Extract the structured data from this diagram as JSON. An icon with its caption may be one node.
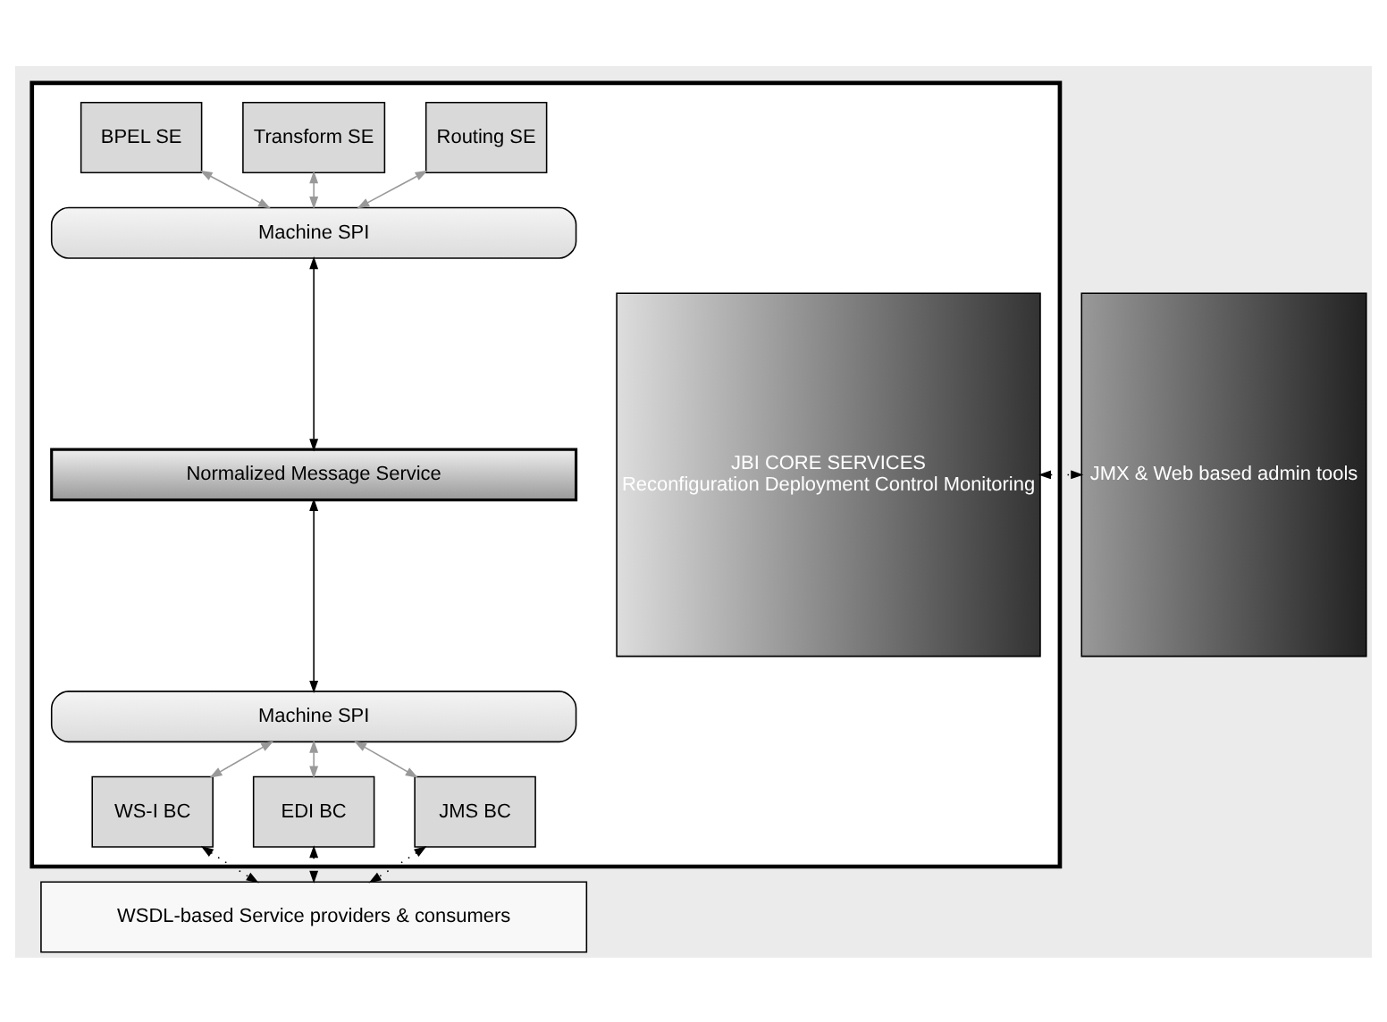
{
  "diagram": {
    "nodes": [
      {
        "text": [],
        "shape": "box"
      },
      {
        "text": [
          "BPEL SE"
        ],
        "in": 0
      },
      {
        "text": [
          "Transform SE"
        ],
        "in": 0
      },
      {
        "text": [
          "Routing SE"
        ],
        "in": 0
      },
      {
        "text": [
          "Machine SPI"
        ],
        "in": 0
      },
      {
        "text": [
          "Normalized Message Service"
        ],
        "in": 0
      },
      {
        "text": [
          "Machine SPI"
        ],
        "in": 0
      },
      {
        "text": [
          "WS-I BC"
        ],
        "in": 0
      },
      {
        "text": [
          "EDI BC"
        ],
        "in": 0
      },
      {
        "text": [
          "JMS BC"
        ],
        "in": 0
      },
      {
        "text": [
          "JBI CORE SERVICES",
          "Reconfiguration Deployment Control Monitoring"
        ],
        "in": 0
      },
      {
        "text": [
          "JMX & Web based admin tools"
        ]
      },
      {
        "text": [
          "WSDL-based Service providers & consumers"
        ]
      }
    ],
    "edges": [
      {
        "from": 1,
        "to": 4,
        "arrow": "both",
        "color": "#999999"
      },
      {
        "from": 2,
        "to": 4,
        "arrow": "both",
        "color": "#999999"
      },
      {
        "from": 3,
        "to": 4,
        "arrow": "both",
        "color": "#999999"
      },
      {
        "from": 4,
        "to": 5,
        "arrow": "both",
        "color": "#000000"
      },
      {
        "from": 5,
        "to": 6,
        "arrow": "both",
        "color": "#000000"
      },
      {
        "from": 6,
        "to": 7,
        "arrow": "both",
        "color": "#999999"
      },
      {
        "from": 6,
        "to": 8,
        "arrow": "both",
        "color": "#999999"
      },
      {
        "from": 6,
        "to": 9,
        "arrow": "both",
        "color": "#999999"
      },
      {
        "from": 7,
        "to": 12,
        "arrow": "both",
        "style": "dashed",
        "color": "#000000"
      },
      {
        "from": 8,
        "to": 12,
        "arrow": "both",
        "style": "dashed",
        "color": "#000000"
      },
      {
        "from": 9,
        "to": 12,
        "arrow": "both",
        "style": "dashed",
        "color": "#000000"
      },
      {
        "from": 10,
        "to": 11,
        "arrow": "both",
        "style": "dashed",
        "color": "#000000"
      }
    ]
  }
}
